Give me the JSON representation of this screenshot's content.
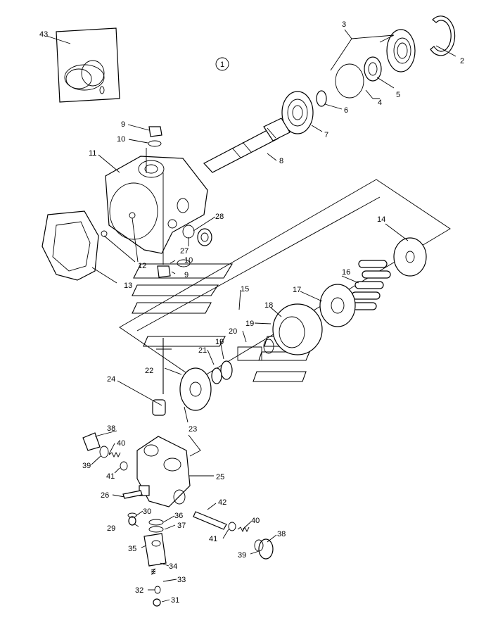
{
  "diagram": {
    "assembly_number": "1",
    "labels": {
      "p2": "2",
      "p3": "3",
      "p4": "4",
      "p5": "5",
      "p6": "6",
      "p7": "7",
      "p8": "8",
      "p9a": "9",
      "p9b": "9",
      "p10a": "10",
      "p10b": "10",
      "p11": "11",
      "p12": "12",
      "p13": "13",
      "p14": "14",
      "p15": "15",
      "p16": "16",
      "p17": "17",
      "p18": "18",
      "p19a": "19",
      "p19b": "19",
      "p20": "20",
      "p21": "21",
      "p22": "22",
      "p23": "23",
      "p24": "24",
      "p25": "25",
      "p26": "26",
      "p27": "27",
      "p28": "28",
      "p29": "29",
      "p30": "30",
      "p31": "31",
      "p32": "32",
      "p33": "33",
      "p34": "34",
      "p35": "35",
      "p36": "36",
      "p37": "37",
      "p38a": "38",
      "p38b": "38",
      "p39a": "39",
      "p39b": "39",
      "p40a": "40",
      "p40b": "40",
      "p41a": "41",
      "p41b": "41",
      "p42": "42",
      "p43": "43"
    }
  }
}
